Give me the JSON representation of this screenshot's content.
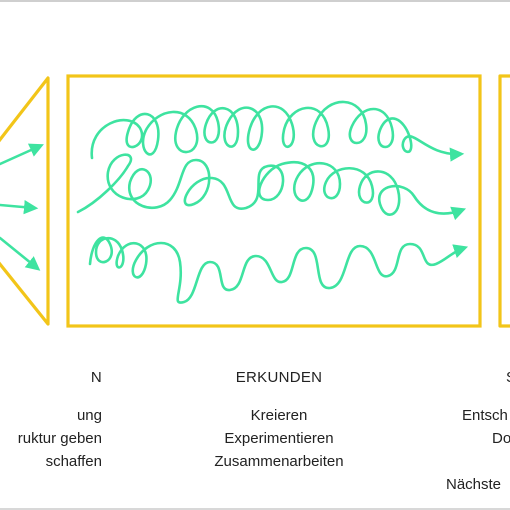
{
  "colors": {
    "frame": "#f2c519",
    "path": "#3ee3a0",
    "text": "#222222",
    "divider": "#cfcfcf"
  },
  "columns": {
    "left": {
      "heading": "N",
      "items": [
        "ung",
        "ruktur geben",
        "schaffen"
      ]
    },
    "center": {
      "heading": "ERKUNDEN",
      "items": [
        "Kreieren",
        "Experimentieren",
        "Zusammenarbeiten"
      ]
    },
    "right": {
      "heading": "S",
      "items": [
        "Entsch",
        "Do",
        "",
        "Nächste"
      ]
    }
  }
}
